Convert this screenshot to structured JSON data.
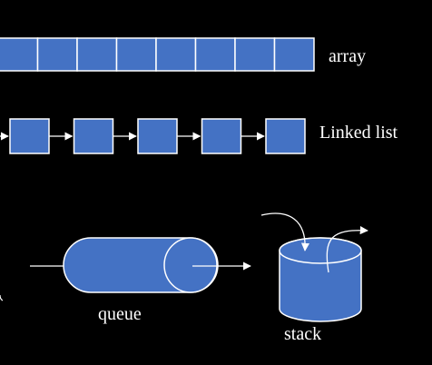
{
  "labels": {
    "array": "array",
    "linked_list": "Linked list",
    "queue": "queue",
    "stack": "stack"
  },
  "colors": {
    "background": "#000000",
    "shape_fill": "#4472c4",
    "stroke": "#ffffff",
    "text": "#ffffff"
  },
  "array": {
    "cells": 8
  },
  "linked_list": {
    "nodes": 5
  }
}
